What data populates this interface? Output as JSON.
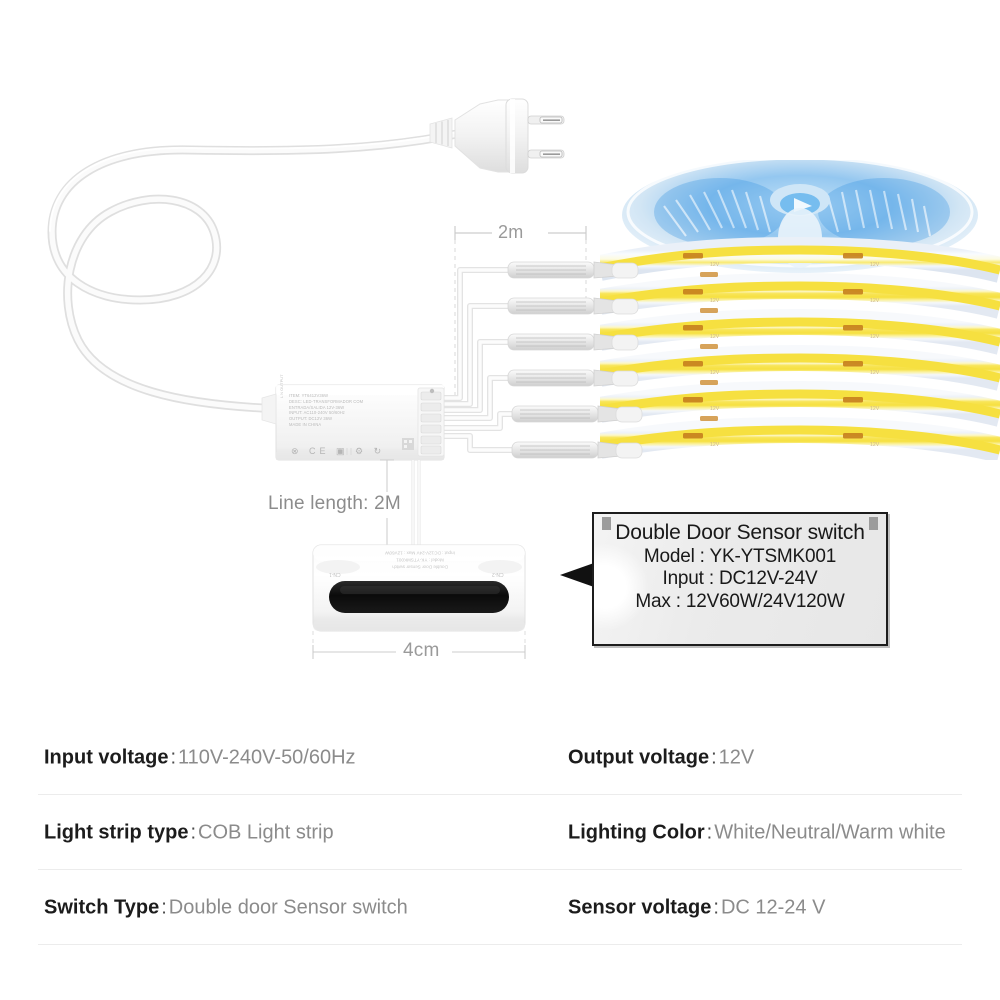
{
  "diagram": {
    "dimensions": {
      "strip_run": "2m",
      "sensor_width": "4cm",
      "line_length": "Line length: 2M"
    },
    "callout": {
      "title": "Double Door Sensor switch",
      "model_line": "Model : YK-YTSMK001",
      "input_line": "Input : DC12V-24V",
      "max_line": "Max : 12V60W/24V120W"
    },
    "adapter": {
      "label_lines": [
        "ITEM: YT6412V36W",
        "DESC: LED-TRANSFORMADOR COM",
        "ENTRADA/SALIDA 12V-36W",
        "INPUT: AC110-240V 50/60Hz",
        "OUTPUT: DC12V 36W",
        "MADE IN CHINA"
      ],
      "terminal_labels": "L  N  OUTPUT",
      "cert_icons": "⊗  CE  ▣  ⚙  ↻"
    },
    "sensor": {
      "label_line_1": "Double Door Sensor switch",
      "label_line_2": "Model : YK-YTSMK001",
      "label_line_3": "Input : DC12V-24V   Max : 12V60W",
      "port_left": "CN-1",
      "port_right": "CN-2"
    },
    "strip": {
      "voltage_marking": "12V",
      "marking_count": 12
    },
    "colors": {
      "cob_yellow": "#f7e14a",
      "cob_white": "#fdfbe8",
      "reel_blue": "#2f8fe0",
      "pcb_white": "#f2f4f7",
      "solder_copper": "#c8821f",
      "callout_border": "#1d1d1d",
      "dim_gray": "#9a9a9a"
    }
  },
  "specs": {
    "rows": [
      {
        "left": {
          "key": "Input voltage",
          "sep": ":",
          "value": "110V-240V-50/60Hz"
        },
        "right": {
          "key": "Output voltage",
          "sep": ":",
          "value": "12V"
        }
      },
      {
        "left": {
          "key": "Light strip type",
          "sep": ":",
          "value": "COB Light strip"
        },
        "right": {
          "key": "Lighting Color",
          "sep": ":",
          "value": "White/Neutral/Warm white"
        }
      },
      {
        "left": {
          "key": "Switch Type",
          "sep": ":",
          "value": "Double door Sensor switch"
        },
        "right": {
          "key": "Sensor voltage",
          "sep": ":",
          "value": "DC 12-24 V"
        }
      }
    ]
  }
}
